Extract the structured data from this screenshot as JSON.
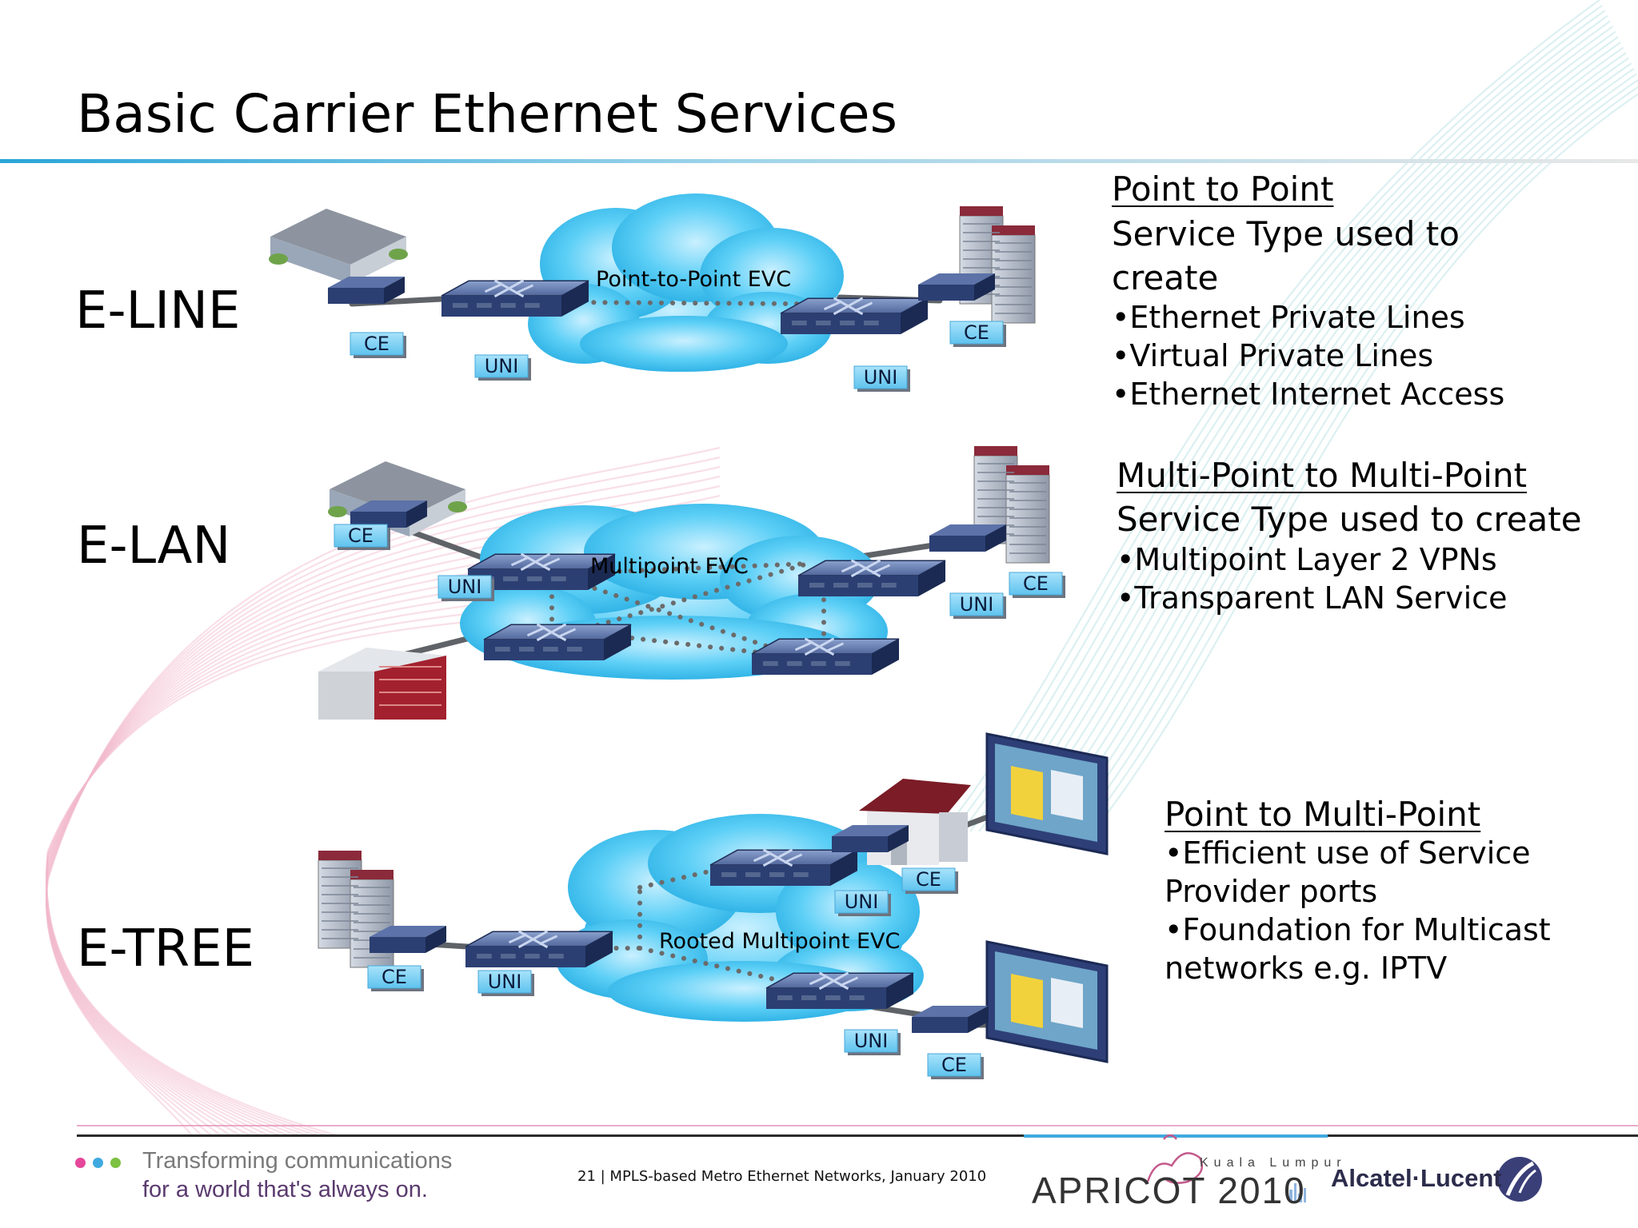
{
  "slide": {
    "title": "Basic Carrier Ethernet Services"
  },
  "services": [
    {
      "name": "E-LINE",
      "evc_label": "Point-to-Point EVC",
      "heading": "Point to Point",
      "desc_lines": [
        "Service Type used to",
        "create"
      ],
      "bullets": [
        "•Ethernet Private Lines",
        "•Virtual Private Lines",
        "•Ethernet Internet Access"
      ]
    },
    {
      "name": "E-LAN",
      "evc_label": "Multipoint EVC",
      "heading": "Multi-Point to Multi-Point",
      "desc_lines": [
        "Service Type used to create"
      ],
      "bullets": [
        "•Multipoint Layer 2 VPNs",
        "•Transparent LAN Service"
      ]
    },
    {
      "name": "E-TREE",
      "evc_label": "Rooted Multipoint EVC",
      "heading": "Point to Multi-Point",
      "bullets": [
        "•Efficient use of Service",
        "Provider ports",
        "•Foundation for Multicast",
        "networks e.g. IPTV"
      ]
    }
  ],
  "tags": {
    "ce": "CE",
    "uni": "UNI"
  },
  "footer": {
    "tagline_line1": "Transforming communications",
    "tagline_line2": "for a world that's always on.",
    "page_caption": "21 | MPLS-based Metro Ethernet Networks, January 2010",
    "event_logo_text": "APRICOT 2010",
    "event_city": "Kuala Lumpur",
    "company_logo_text": "Alcatel·Lucent",
    "dot_colors": [
      "#e5479a",
      "#3fa9df",
      "#7cc142"
    ]
  },
  "colors": {
    "cloud": "#3cc3f0",
    "switch": "#2c3f73",
    "tag": "#7fd3f7",
    "link_dots": "#666666",
    "title_rule": "#2aa5d8"
  }
}
